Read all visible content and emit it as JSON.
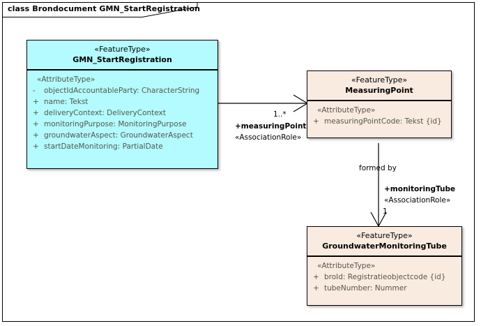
{
  "diagram": {
    "title": "class Brondocument GMN_StartRegistration",
    "colors": {
      "cyan_fill": "#B3FBFF",
      "peach_fill": "#FAEBE0",
      "border": "#000000",
      "attribute_text": "#55564A",
      "background": "#FFFFFF"
    }
  },
  "classes": [
    {
      "id": "gmn",
      "stereotype": "«FeatureType»",
      "name": "GMN_StartRegistration",
      "fill": "cyan",
      "compartment_stereotype": "«AttributeType»",
      "attributes": [
        {
          "visibility": "-",
          "text": "objectIdAccountableParty: CharacterString"
        },
        {
          "visibility": "+",
          "text": "name: Tekst"
        },
        {
          "visibility": "+",
          "text": "deliveryContext: DeliveryContext"
        },
        {
          "visibility": "+",
          "text": "monitoringPurpose: MonitoringPurpose"
        },
        {
          "visibility": "+",
          "text": "groundwaterAspect: GroundwaterAspect"
        },
        {
          "visibility": "+",
          "text": "startDateMonitoring: PartialDate"
        }
      ]
    },
    {
      "id": "measuringpoint",
      "stereotype": "«FeatureType»",
      "name": "MeasuringPoint",
      "fill": "peach",
      "compartment_stereotype": "«AttributeType»",
      "attributes": [
        {
          "visibility": "+",
          "text": "measuringPointCode: Tekst {id}"
        }
      ]
    },
    {
      "id": "gwtube",
      "stereotype": "«FeatureType»",
      "name": "GroundwaterMonitoringTube",
      "fill": "peach",
      "compartment_stereotype": "«AttributeType»",
      "attributes": [
        {
          "visibility": "+",
          "text": "broId: Registratieobjectcode {id}"
        },
        {
          "visibility": "+",
          "text": "tubeNumber: Nummer"
        }
      ]
    }
  ],
  "associations": [
    {
      "id": "gmn-to-measuringpoint",
      "from": "gmn",
      "to": "measuringpoint",
      "direction": "horizontal",
      "multiplicity": "1..*",
      "role": "+measuringPoint",
      "stereotype": "«AssociationRole»"
    },
    {
      "id": "measuringpoint-to-gwtube",
      "from": "measuringpoint",
      "to": "gwtube",
      "direction": "vertical",
      "name": "formed by",
      "multiplicity": "1",
      "role": "+monitoringTube",
      "stereotype": "«AssociationRole»"
    }
  ]
}
